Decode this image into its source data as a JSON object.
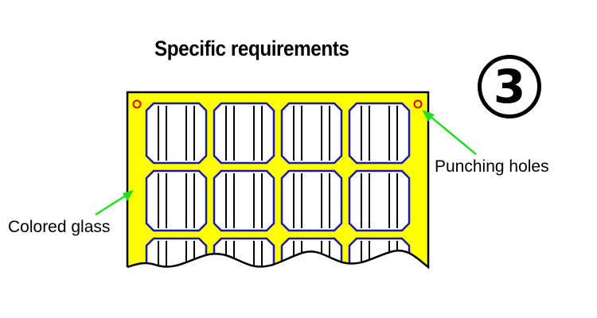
{
  "title": "Specific requirements",
  "step_number": "3",
  "labels": {
    "punching_holes": "Punching holes",
    "colored_glass": "Colored glass"
  },
  "grid": {
    "columns": 4,
    "visible_rows": 3
  },
  "colors": {
    "sheet_fill": "#ffff00",
    "sheet_outline": "#000000",
    "cell_border": "#1a1aa0",
    "cell_fill": "#ffffff",
    "hole": "#e00000",
    "pointer_arrow": "#22dd22"
  },
  "icons": {
    "step_badge": "circled-digit-three-icon"
  }
}
